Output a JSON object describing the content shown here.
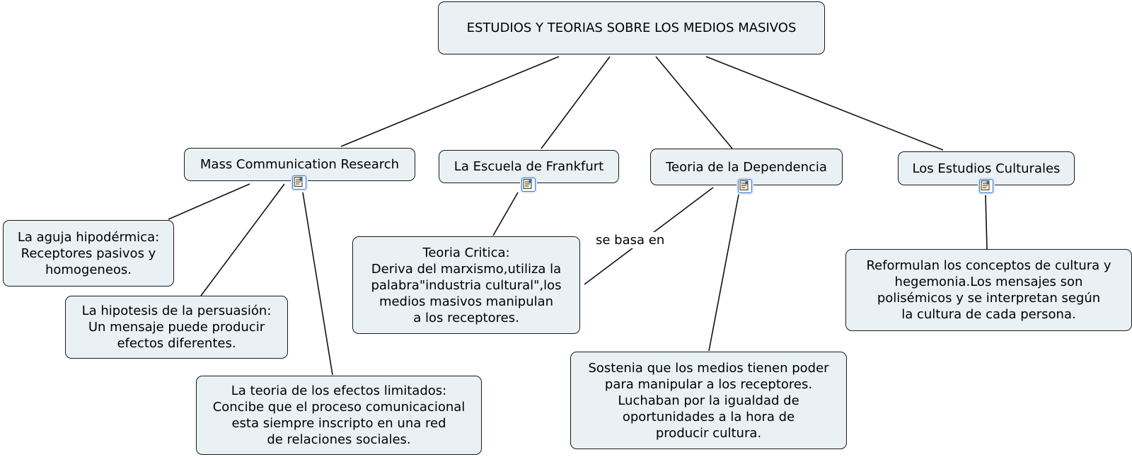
{
  "root": "ESTUDIOS Y TEORIAS SOBRE LOS MEDIOS MASIVOS",
  "branches": {
    "mass_comm": "Mass Communication Research",
    "frankfurt": "La Escuela de Frankfurt",
    "dependencia": "Teoria de la Dependencia",
    "culturales": "Los Estudios Culturales"
  },
  "details": {
    "aguja": "La aguja hipodérmica:\nReceptores pasivos y\nhomogeneos.",
    "persuasion": "La hipotesis de la persuasión:\nUn mensaje puede producir\nefectos diferentes.",
    "efectos": "La teoria de los efectos limitados:\nConcibe que el proceso comunicacional\nesta siempre inscripto en una red\nde relaciones sociales.",
    "critica": "Teoria Critica:\nDeriva del marxismo,utiliza la\npalabra\"industria cultural\",los\nmedios masivos manipulan\na los receptores.",
    "sostenia": "Sostenia que los medios tienen poder\npara manipular a los receptores.\nLuchaban por la igualdad de\noportunidades a la hora de\nproducir cultura.",
    "reformulan": "Reformulan los conceptos de cultura y\nhegemonia.Los mensajes son\npolisémicos y se interpretan según\nla cultura de cada persona."
  },
  "link_labels": {
    "se_basa_en": "se basa en"
  },
  "icons": {
    "resource": "note-document-icon"
  },
  "colors": {
    "node_fill": "#eaf1f4",
    "node_border": "#1a1a1a",
    "icon_border": "#3b78c4"
  }
}
